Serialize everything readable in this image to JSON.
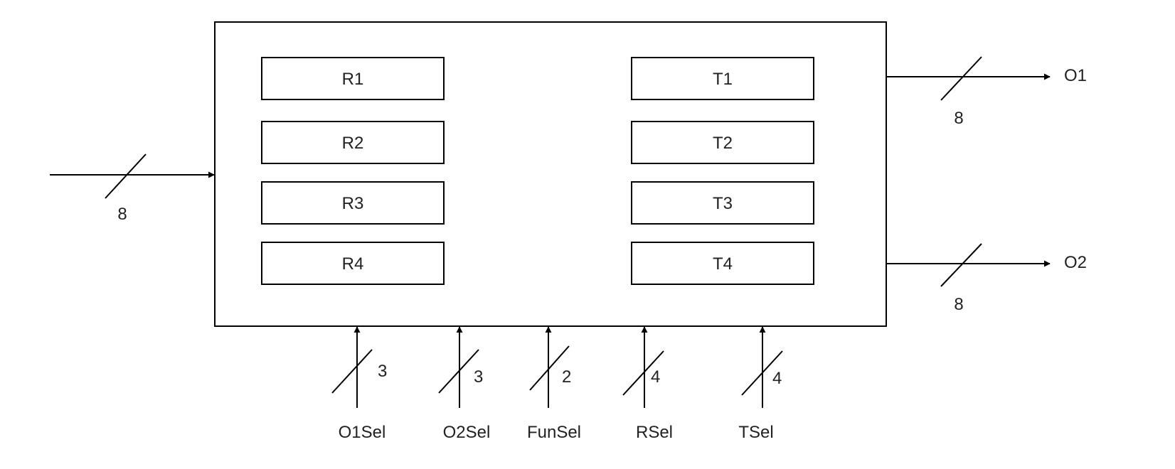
{
  "registers_left": [
    {
      "label": "R1"
    },
    {
      "label": "R2"
    },
    {
      "label": "R3"
    },
    {
      "label": "R4"
    }
  ],
  "registers_right": [
    {
      "label": "T1"
    },
    {
      "label": "T2"
    },
    {
      "label": "T3"
    },
    {
      "label": "T4"
    }
  ],
  "input": {
    "width": "8"
  },
  "outputs": [
    {
      "name": "O1",
      "width": "8"
    },
    {
      "name": "O2",
      "width": "8"
    }
  ],
  "selects": [
    {
      "name": "O1Sel",
      "width": "3"
    },
    {
      "name": "O2Sel",
      "width": "3"
    },
    {
      "name": "FunSel",
      "width": "2"
    },
    {
      "name": "RSel",
      "width": "4"
    },
    {
      "name": "TSel",
      "width": "4"
    }
  ]
}
